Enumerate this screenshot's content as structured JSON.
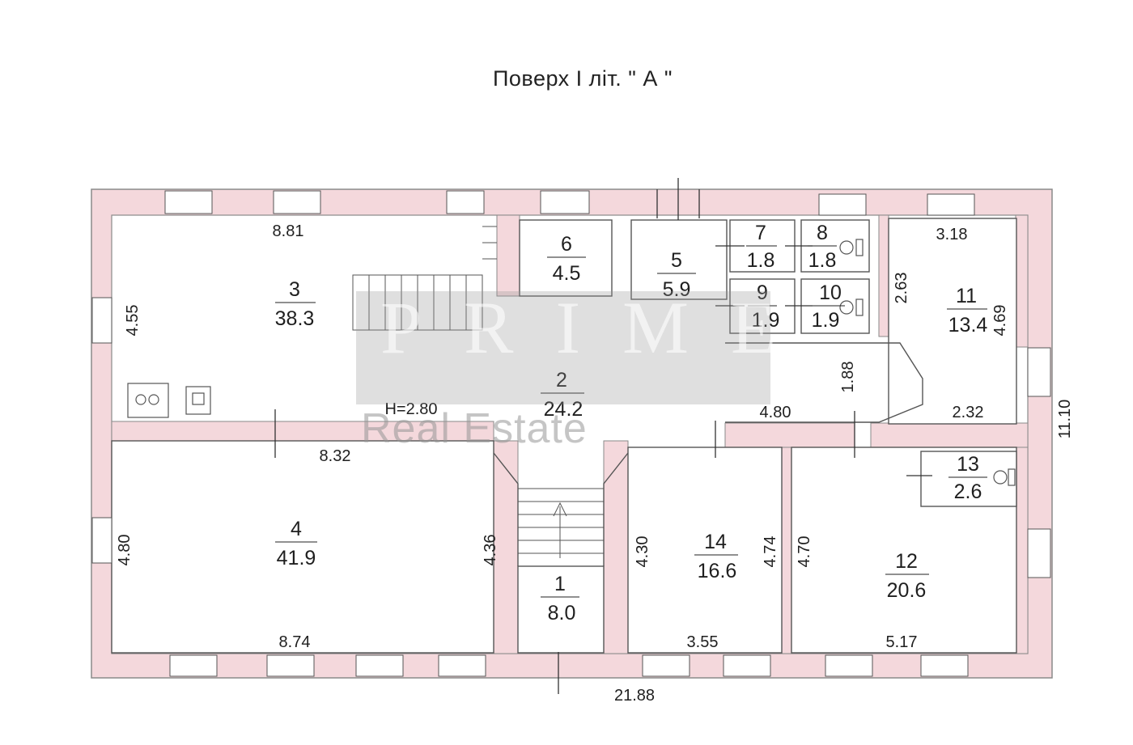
{
  "title": "Поверх  І  літ. \" А \"",
  "height_note": "H=2.80",
  "watermark": {
    "logo": "PRIME",
    "text": "Real Estate"
  },
  "colors": {
    "wall": "#f4d8dc",
    "wall_stroke": "#8a8a8a",
    "line": "#555555"
  },
  "rooms": [
    {
      "id": "room-1",
      "number": "1",
      "area": "8.0"
    },
    {
      "id": "room-2",
      "number": "2",
      "area": "24.2"
    },
    {
      "id": "room-3",
      "number": "3",
      "area": "38.3"
    },
    {
      "id": "room-4",
      "number": "4",
      "area": "41.9"
    },
    {
      "id": "room-5",
      "number": "5",
      "area": "5.9"
    },
    {
      "id": "room-6",
      "number": "6",
      "area": "4.5"
    },
    {
      "id": "room-7",
      "number": "7",
      "area": "1.8"
    },
    {
      "id": "room-8",
      "number": "8",
      "area": "1.8"
    },
    {
      "id": "room-9",
      "number": "9",
      "area": "1.9"
    },
    {
      "id": "room-10",
      "number": "10",
      "area": "1.9"
    },
    {
      "id": "room-11",
      "number": "11",
      "area": "13.4"
    },
    {
      "id": "room-12",
      "number": "12",
      "area": "20.6"
    },
    {
      "id": "room-13",
      "number": "13",
      "area": "2.6"
    },
    {
      "id": "room-14",
      "number": "14",
      "area": "16.6"
    }
  ],
  "dimensions": {
    "room3_width": "8.81",
    "room3_height": "4.55",
    "corridor_width": "8.32",
    "hall_width": "4.80",
    "hall_height": "1.88",
    "room11_top": "3.18",
    "room11_left": "2.63",
    "room11_right": "4.69",
    "room11_bottom": "2.32",
    "room4_left": "4.80",
    "room4_right": "4.36",
    "room4_bottom": "8.74",
    "room14_left": "4.30",
    "room14_right": "4.74",
    "room14_bottom": "3.55",
    "room12_left": "4.70",
    "room12_bottom": "5.17",
    "total_width": "21.88",
    "total_height": "11.10"
  }
}
